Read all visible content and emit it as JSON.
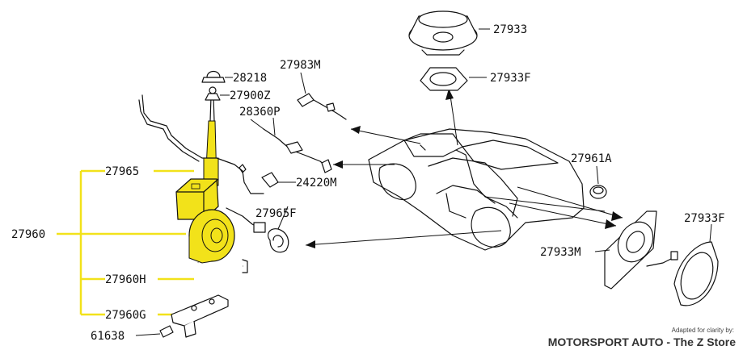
{
  "parts": {
    "p27933": "27933",
    "p27933F_top": "27933F",
    "p28218": "28218",
    "p27900Z": "27900Z",
    "p27983M": "27983M",
    "p28360P": "28360P",
    "p27965": "27965",
    "p24220M": "24220M",
    "p27961A": "27961A",
    "p27933F_side": "27933F",
    "p27965F": "27965F",
    "p27960": "27960",
    "p27960H": "27960H",
    "p27933M": "27933M",
    "p27960G": "27960G",
    "p61638": "61638"
  },
  "credit": {
    "small": "Adapted for clarity by:",
    "big": "MOTORSPORT AUTO - The Z Store"
  },
  "colors": {
    "highlight": "#f2e21a",
    "ink": "#111111"
  }
}
